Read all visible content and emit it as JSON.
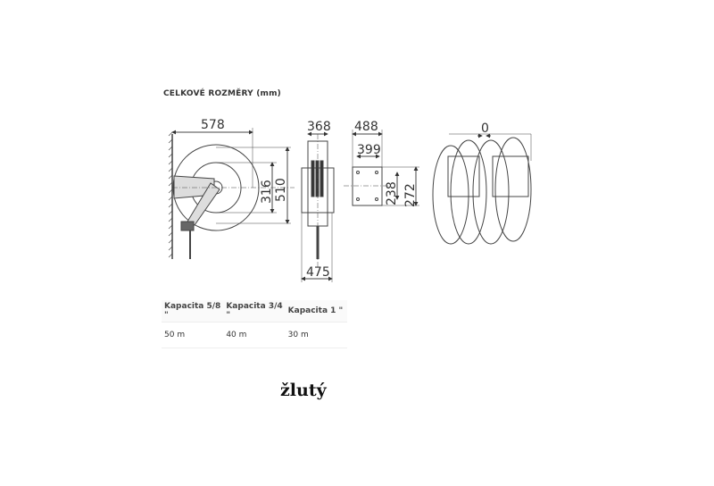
{
  "title": "CELKOVÉ ROZMĚRY (mm)",
  "dimensions": {
    "front_width": "578",
    "inner_height": "316",
    "outer_height": "510",
    "side_top": "368",
    "side_bottom": "475",
    "bracket_width": "488",
    "bracket_hole_width": "399",
    "bracket_hole_height": "238",
    "bracket_height": "272",
    "spacing": "0"
  },
  "table": {
    "headers": [
      "Kapacita 5/8 \"",
      "Kapacita 3/4 \"",
      "Kapacita 1 \""
    ],
    "values": [
      "50 m",
      "40 m",
      "30 m"
    ]
  },
  "caption": "žlutý"
}
